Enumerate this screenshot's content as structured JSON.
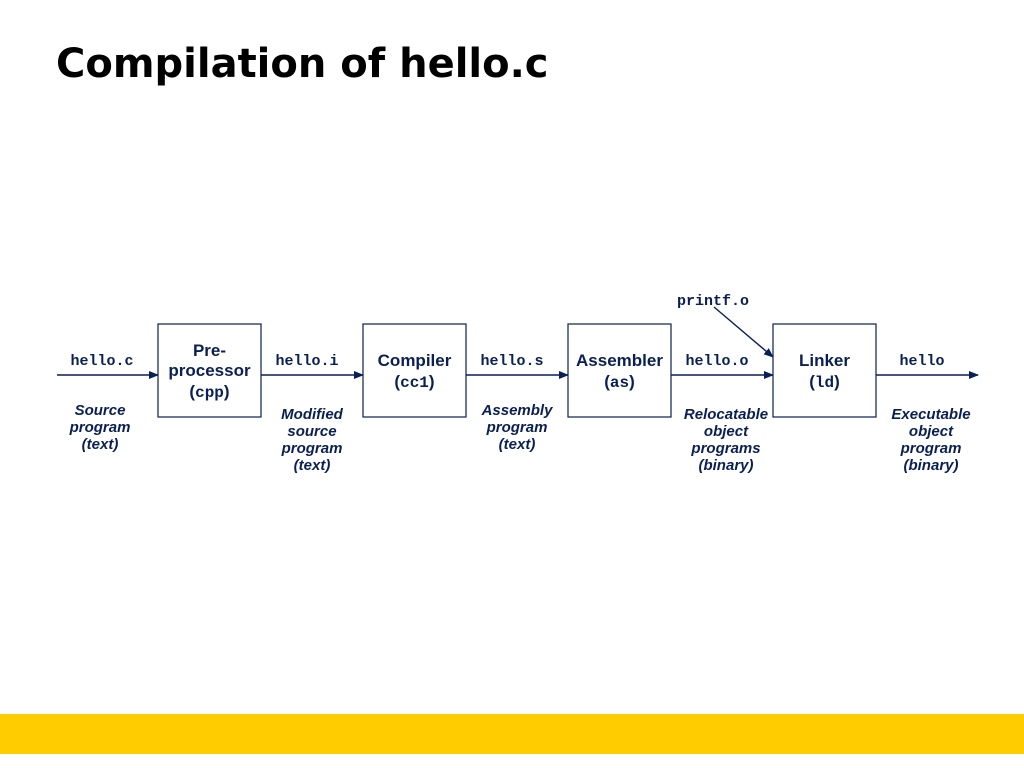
{
  "title": "Compilation of hello.c",
  "colors": {
    "ink": "#0a1f55",
    "footer": "#FFCC00",
    "title": "#000000"
  },
  "stages": [
    {
      "name_lines": [
        "Pre-",
        "processor"
      ],
      "command": "cpp"
    },
    {
      "name_lines": [
        "Compiler"
      ],
      "command": "cc1"
    },
    {
      "name_lines": [
        "Assembler"
      ],
      "command": "as"
    },
    {
      "name_lines": [
        "Linker"
      ],
      "command": "ld"
    }
  ],
  "files": [
    {
      "name": "hello.c",
      "description": [
        "Source",
        "program",
        "(text)"
      ]
    },
    {
      "name": "hello.i",
      "description": [
        "Modified",
        "source",
        "program",
        "(text)"
      ]
    },
    {
      "name": "hello.s",
      "description": [
        "Assembly",
        "program",
        "(text)"
      ]
    },
    {
      "name": "hello.o",
      "description": [
        "Relocatable",
        "object",
        "programs",
        "(binary)"
      ]
    },
    {
      "name": "hello",
      "description": [
        "Executable",
        "object",
        "program",
        "(binary)"
      ]
    }
  ],
  "extra_input": "printf.o"
}
